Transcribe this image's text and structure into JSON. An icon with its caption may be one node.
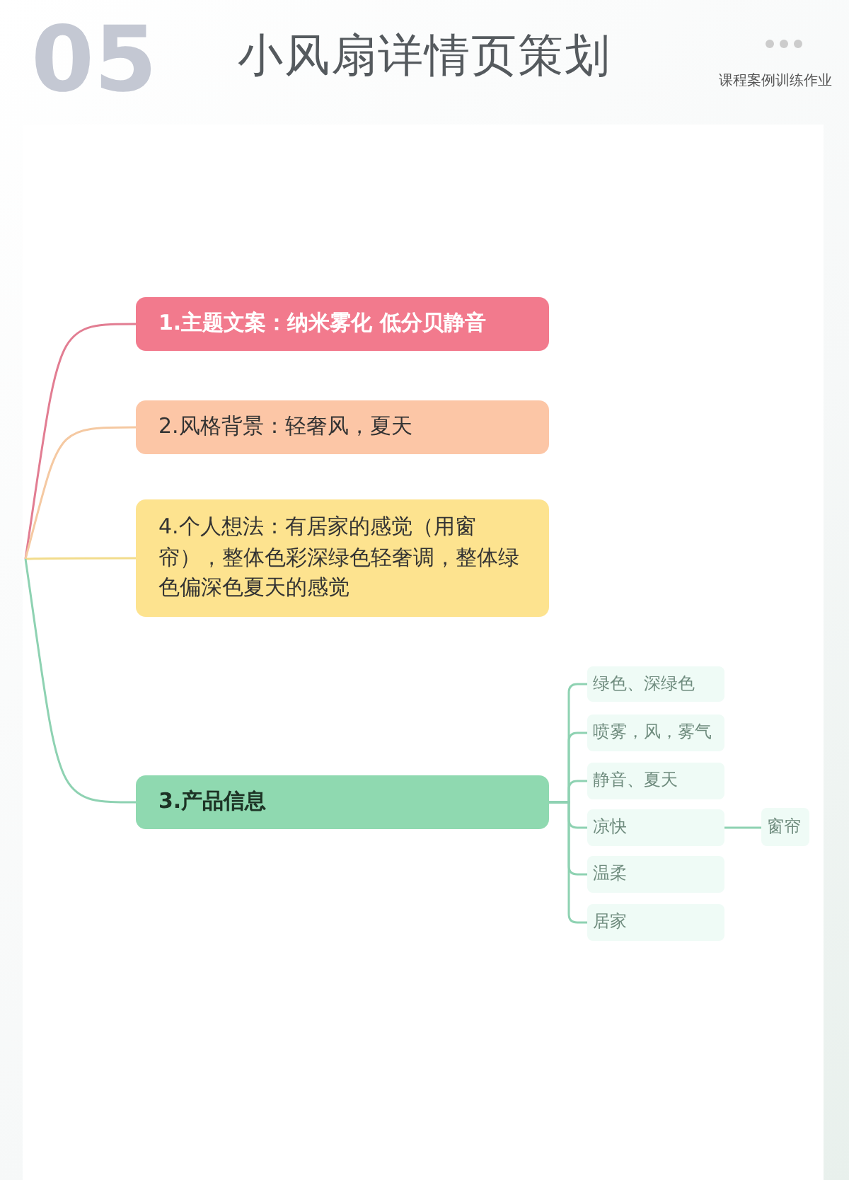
{
  "diagram": {
    "title": "小风扇详情页策划",
    "nodes": [
      {
        "text": [
          "1.主题文案：纳米雾化 低分贝静音"
        ]
      },
      {
        "text": [
          "2.风格背景：轻奢风，夏天"
        ]
      },
      {
        "text": [
          "4.个人想法：有居家的感觉（用窗帘），整体色彩深绿色轻奢调，整体绿色偏深色夏天的感觉"
        ]
      },
      {
        "text": [
          "3.产品信息"
        ]
      },
      {
        "text": [
          "绿色、深绿色"
        ]
      },
      {
        "text": [
          "喷雾，风，雾气"
        ]
      },
      {
        "text": [
          "静音、夏天"
        ]
      },
      {
        "text": [
          "凉快"
        ]
      },
      {
        "text": [
          "温柔"
        ]
      },
      {
        "text": [
          "居家"
        ]
      },
      {
        "text": [
          "窗帘"
        ]
      }
    ],
    "edges": [
      {
        "from": null,
        "to": 0,
        "arrow": "none",
        "color": "#e27d92"
      },
      {
        "from": null,
        "to": 1,
        "arrow": "none",
        "color": "#f5c9a2"
      },
      {
        "from": null,
        "to": 2,
        "arrow": "none",
        "color": "#f2dc8c"
      },
      {
        "from": null,
        "to": 3,
        "arrow": "none"
      },
      {
        "from": 3,
        "to": 4,
        "arrow": "none"
      },
      {
        "from": 3,
        "to": 5,
        "arrow": "none"
      },
      {
        "from": 3,
        "to": 6,
        "arrow": "none"
      },
      {
        "from": 3,
        "to": 7,
        "arrow": "none"
      },
      {
        "from": 3,
        "to": 8,
        "arrow": "none"
      },
      {
        "from": 3,
        "to": 9,
        "arrow": "none"
      },
      {
        "from": 7,
        "to": 10,
        "arrow": "none"
      }
    ],
    "labels": [
      "05",
      "课程案例训练作业"
    ]
  }
}
